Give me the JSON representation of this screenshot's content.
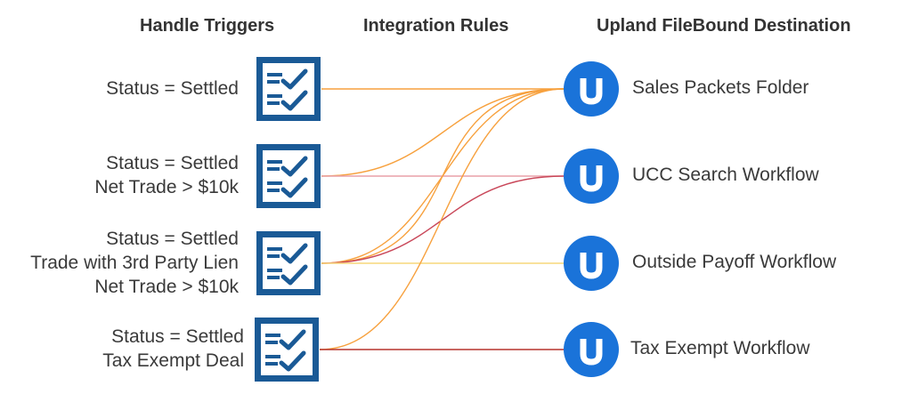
{
  "headers": {
    "triggers": "Handle Triggers",
    "rules": "Integration Rules",
    "destination": "Upland FileBound Destination"
  },
  "triggers": [
    {
      "lines": [
        "Status = Settled"
      ]
    },
    {
      "lines": [
        "Status = Settled",
        "Net Trade > $10k"
      ]
    },
    {
      "lines": [
        "Status = Settled",
        "Trade with 3rd Party Lien",
        "Net Trade > $10k"
      ]
    },
    {
      "lines": [
        "Status = Settled",
        "Tax Exempt Deal"
      ]
    }
  ],
  "destinations": [
    {
      "label": "Sales Packets Folder"
    },
    {
      "label": "UCC Search Workflow"
    },
    {
      "label": "Outside Payoff Workflow"
    },
    {
      "label": "Tax Exempt Workflow"
    }
  ],
  "connections": [
    {
      "from": 0,
      "to": 0,
      "color": "#f7a13e"
    },
    {
      "from": 1,
      "to": 0,
      "color": "#f7a13e"
    },
    {
      "from": 1,
      "to": 1,
      "color": "#e8a0a8"
    },
    {
      "from": 2,
      "to": 0,
      "color": "#f7a13e"
    },
    {
      "from": 2,
      "to": 0,
      "color": "#f7a13e"
    },
    {
      "from": 2,
      "to": 1,
      "color": "#c9485a"
    },
    {
      "from": 2,
      "to": 2,
      "color": "#f7d77a"
    },
    {
      "from": 3,
      "to": 0,
      "color": "#f7a13e"
    },
    {
      "from": 3,
      "to": 3,
      "color": "#b5342d"
    }
  ],
  "colors": {
    "doc_icon": "#1a5a96",
    "u_icon": "#1a73d9",
    "text": "#3a3a3a"
  },
  "icons": {
    "trigger": "checklist-icon",
    "destination": "upland-u-icon"
  }
}
